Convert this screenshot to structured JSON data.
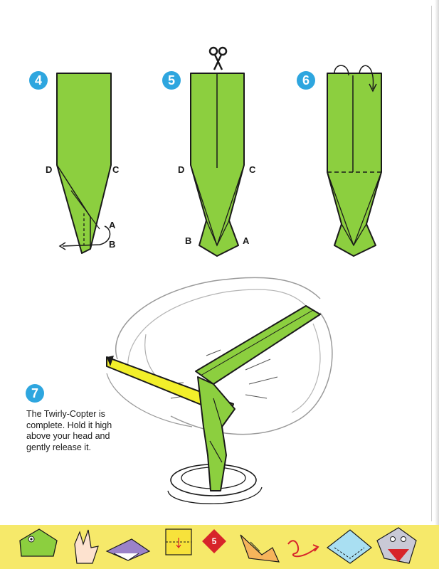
{
  "steps": [
    {
      "number": "4",
      "labels": {
        "left": "D",
        "right": "C",
        "a": "A",
        "b": "B"
      }
    },
    {
      "number": "5",
      "labels": {
        "left": "D",
        "right": "C",
        "a": "A",
        "b": "B"
      }
    },
    {
      "number": "6"
    },
    {
      "number": "7",
      "caption": "The Twirly-Copter is complete. Hold it high above your head and gently release it."
    }
  ],
  "page_number": "5",
  "colors": {
    "paper_green": "#8ccf3f",
    "blade_yellow": "#f2ef2a",
    "badge_blue": "#2ea6df",
    "footer_yellow": "#f6e96a",
    "page_marker_red": "#d7242a"
  },
  "footer_icons": [
    "frog-icon",
    "hand-icon",
    "paper-fold-icon",
    "folded-square-icon",
    "bird-icon",
    "arrow-icon",
    "triangle-fold-icon",
    "fish-icon"
  ]
}
